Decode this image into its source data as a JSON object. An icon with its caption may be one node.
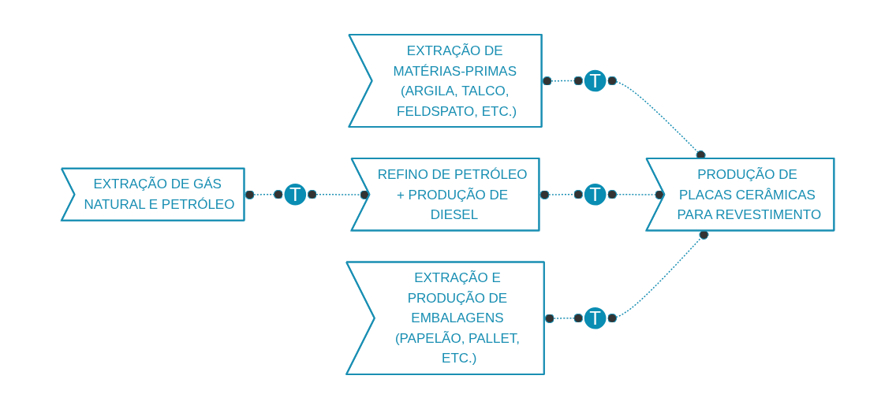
{
  "diagram": {
    "nodes": [
      {
        "text": [
          "EXTRAÇÃO DE MATÉRIAS-PRIMAS (ARGILA, TALCO, FELDSPATO, ETC.)"
        ]
      },
      {
        "text": [
          "T"
        ]
      },
      {
        "text": [
          "EXTRAÇÃO DE GÁS NATURAL E PETRÓLEO"
        ]
      },
      {
        "text": [
          "T"
        ]
      },
      {
        "text": [
          "REFINO DE PETRÓLEO + PRODUÇÃO DE DIESEL"
        ]
      },
      {
        "text": [
          "T"
        ]
      },
      {
        "text": [
          "PRODUÇÃO DE PLACAS CERÂMICAS PARA REVESTIMENTO"
        ]
      },
      {
        "text": [
          "EXTRAÇÃO E PRODUÇÃO DE EMBALAGENS (PAPELÃO, PALLET, ETC.)"
        ]
      },
      {
        "text": [
          "T"
        ]
      }
    ],
    "edges": [
      {
        "from": 0,
        "to": 1,
        "arrow": "other"
      },
      {
        "from": 1,
        "to": 6,
        "arrow": "other"
      },
      {
        "from": 2,
        "to": 3,
        "arrow": "other"
      },
      {
        "from": 3,
        "to": 4,
        "arrow": "other"
      },
      {
        "from": 4,
        "to": 5,
        "arrow": "other"
      },
      {
        "from": 5,
        "to": 6,
        "arrow": "other"
      },
      {
        "from": 7,
        "to": 8,
        "arrow": "other"
      },
      {
        "from": 8,
        "to": 6,
        "arrow": "other"
      }
    ]
  }
}
